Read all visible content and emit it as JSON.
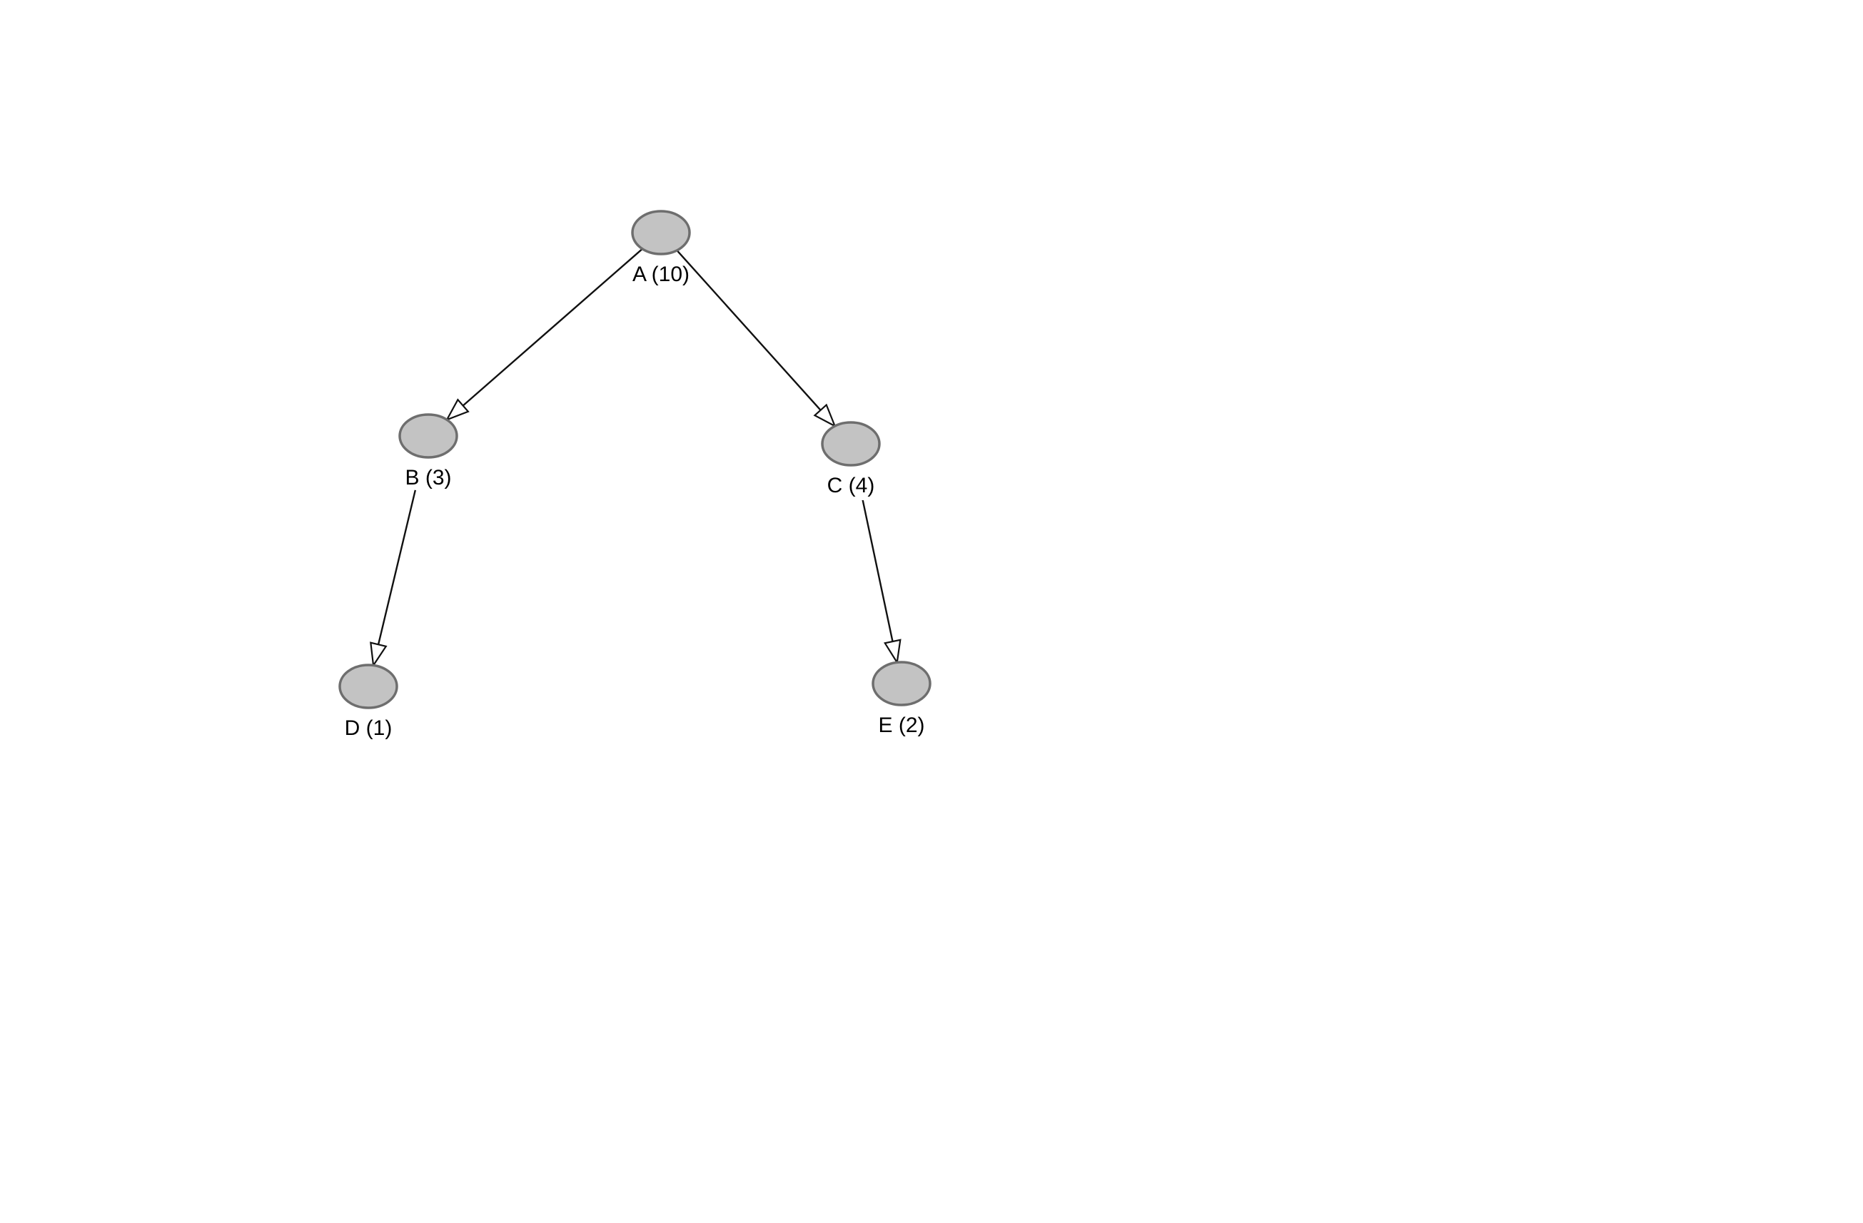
{
  "diagram": {
    "type": "directed-tree",
    "node_fill": "#c3c3c3",
    "node_stroke": "#6e6e6e",
    "edge_color": "#111111",
    "arrowhead": "hollow-triangle",
    "nodes": [
      {
        "id": "A",
        "label": "A (10)"
      },
      {
        "id": "B",
        "label": "B (3)"
      },
      {
        "id": "C",
        "label": "C (4)"
      },
      {
        "id": "D",
        "label": "D (1)"
      },
      {
        "id": "E",
        "label": "E (2)"
      }
    ],
    "edges": [
      {
        "from": "A",
        "to": "B"
      },
      {
        "from": "A",
        "to": "C"
      },
      {
        "from": "B",
        "to": "D"
      },
      {
        "from": "C",
        "to": "E"
      }
    ]
  }
}
